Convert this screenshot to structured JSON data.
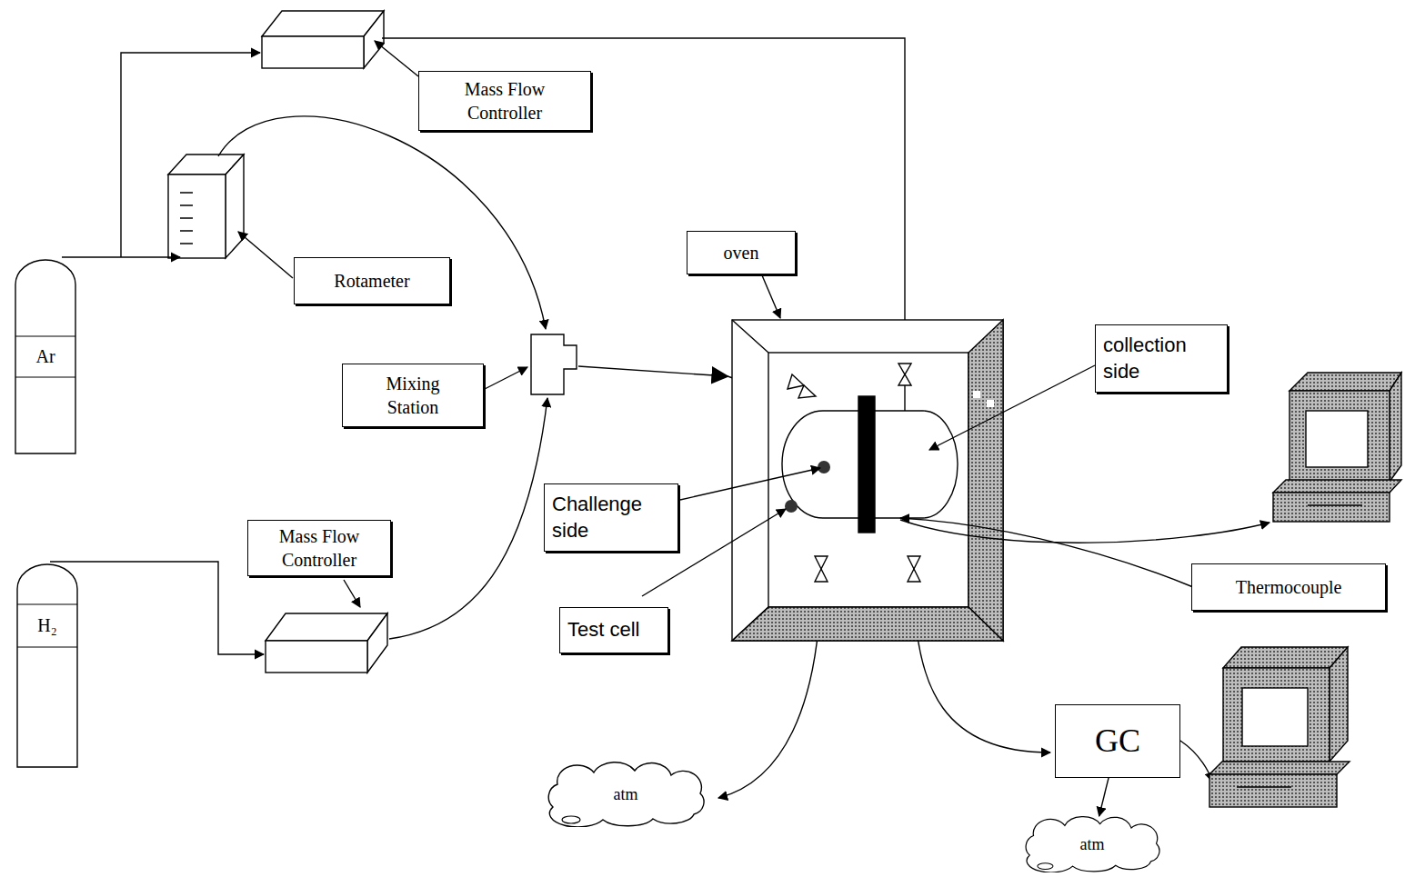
{
  "diagram": {
    "nodes": [
      {
        "text": [
          "Mass Flow Controller"
        ]
      },
      {
        "text": [
          "Rotameter"
        ]
      },
      {
        "text": [
          "Ar"
        ]
      },
      {
        "text": [
          "Mixing Station"
        ]
      },
      {
        "text": [
          "oven"
        ]
      },
      {
        "text": [
          "collection side"
        ]
      },
      {
        "text": [
          "Challenge side"
        ]
      },
      {
        "text": [
          "Test cell"
        ]
      },
      {
        "text": [
          "Mass Flow Controller"
        ]
      },
      {
        "text": [
          "H₂"
        ]
      },
      {
        "text": [
          "Thermocouple"
        ]
      },
      {
        "text": [
          "GC"
        ]
      },
      {
        "text": [
          "atm"
        ]
      },
      {
        "text": [
          "atm"
        ]
      }
    ],
    "edges": [
      {
        "from": 11,
        "to": 13,
        "arrow": "to"
      }
    ]
  }
}
